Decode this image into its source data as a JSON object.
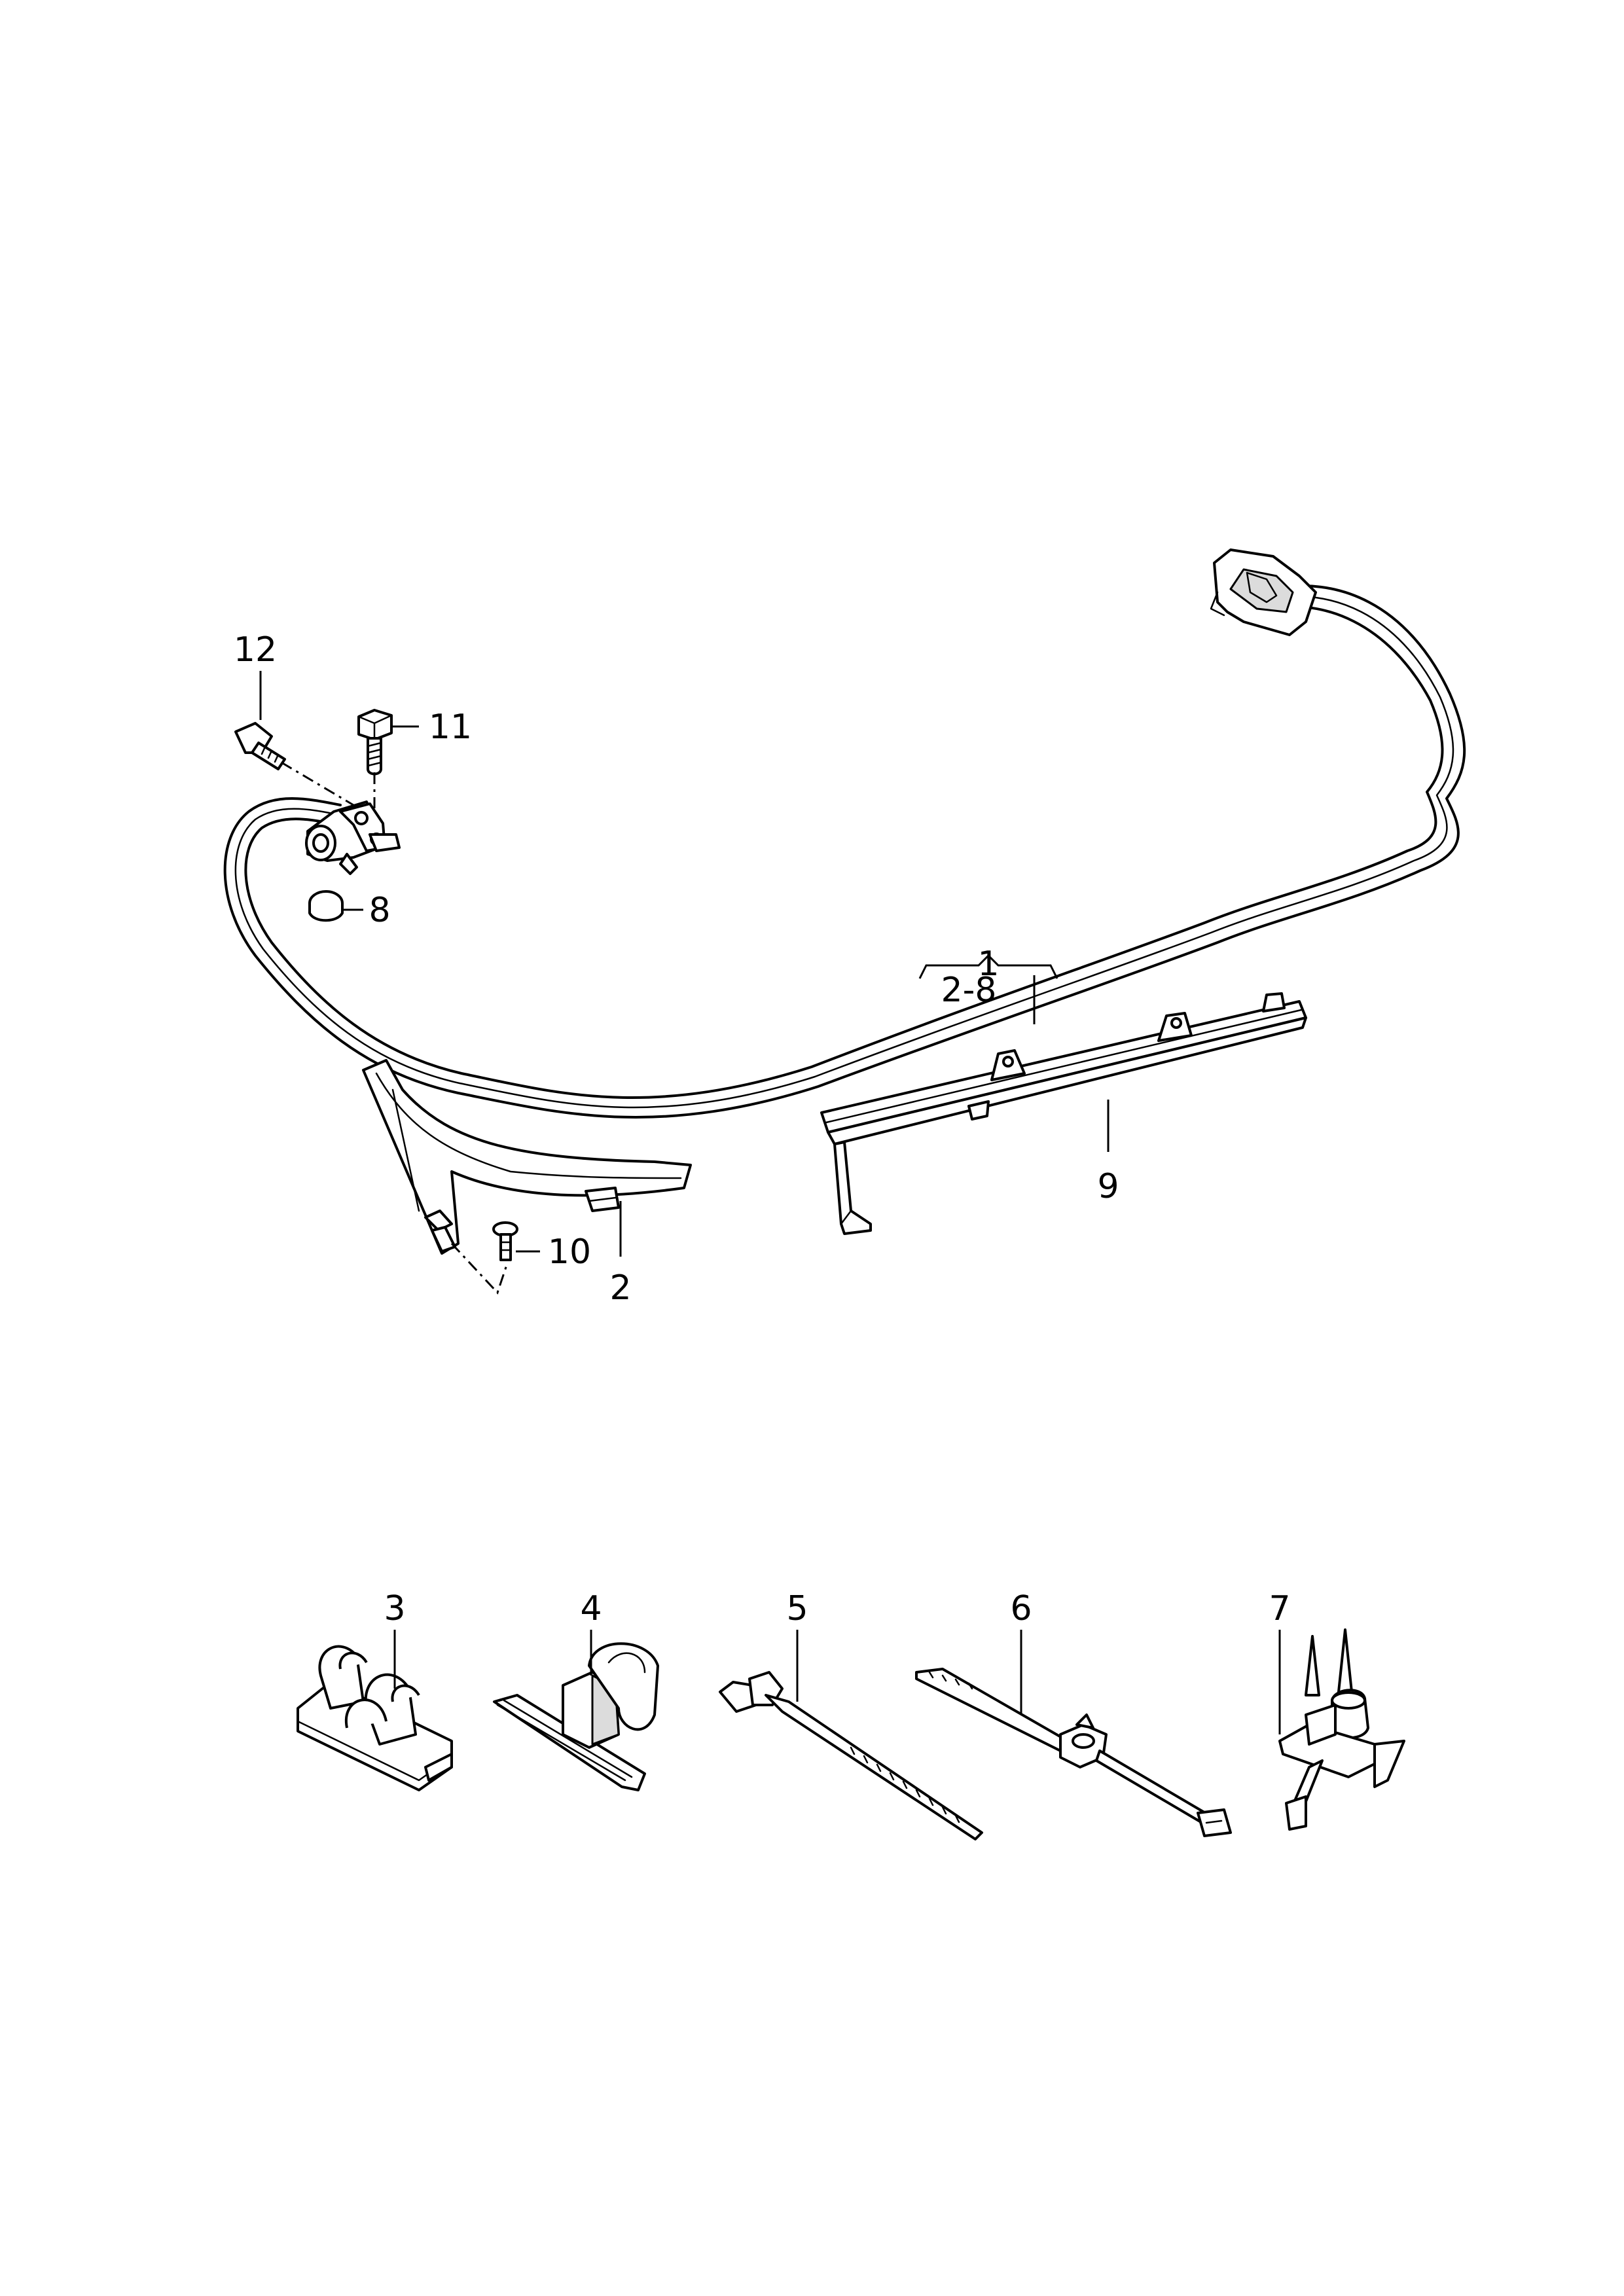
{
  "callouts": {
    "c1": "1",
    "c2_8": "2-8",
    "c2": "2",
    "c3": "3",
    "c4": "4",
    "c5": "5",
    "c6": "6",
    "c7": "7",
    "c8": "8",
    "c9": "9",
    "c10": "10",
    "c11": "11",
    "c12": "12"
  }
}
